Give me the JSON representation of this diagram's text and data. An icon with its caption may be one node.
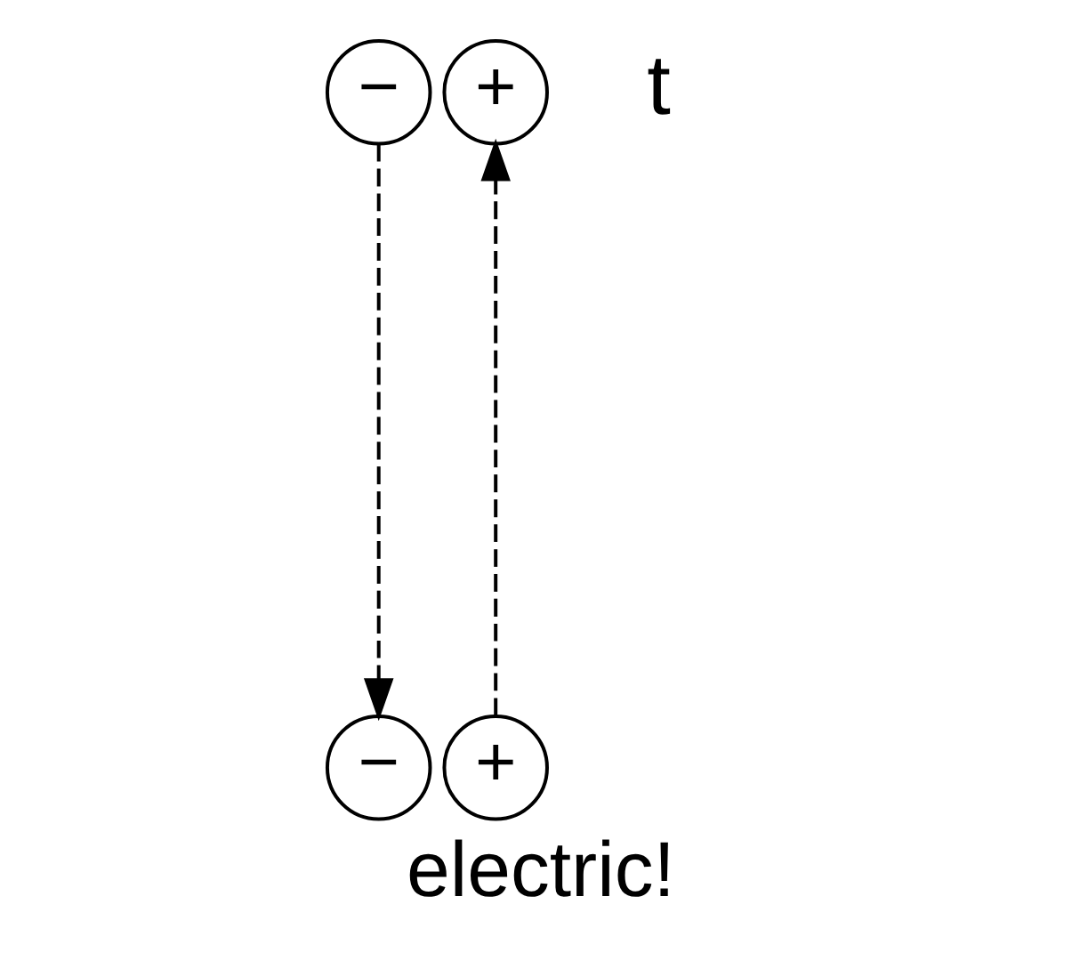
{
  "diagram": {
    "caption": "electric!",
    "nodes": [
      {
        "text": [
          "−"
        ]
      },
      {
        "text": [
          "+"
        ]
      },
      {
        "text": [
          "−"
        ]
      },
      {
        "text": [
          "+"
        ]
      }
    ],
    "edges": [
      {
        "from": 0,
        "to": 2,
        "arrow": "to",
        "style": "dashed"
      },
      {
        "from": 3,
        "to": 1,
        "arrow": "to",
        "style": "dashed"
      }
    ],
    "labels": [
      "t"
    ]
  }
}
